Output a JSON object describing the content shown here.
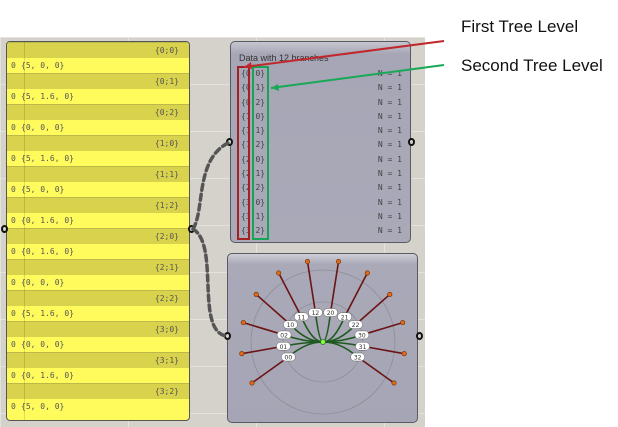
{
  "annotations": {
    "first_label": "First Tree Level",
    "second_label": "Second Tree Level",
    "first_color": "#c0282e",
    "second_color": "#18a957"
  },
  "panel": {
    "branches": [
      {
        "path": "{0;0}",
        "index": "0",
        "value": "{5, 0, 0}"
      },
      {
        "path": "{0;1}",
        "index": "0",
        "value": "{5, 1.6, 0}"
      },
      {
        "path": "{0;2}",
        "index": "0",
        "value": "{0, 0, 0}"
      },
      {
        "path": "{1;0}",
        "index": "0",
        "value": "{5, 1.6, 0}"
      },
      {
        "path": "{1;1}",
        "index": "0",
        "value": "{5, 0, 0}"
      },
      {
        "path": "{1;2}",
        "index": "0",
        "value": "{0, 1.6, 0}"
      },
      {
        "path": "{2;0}",
        "index": "0",
        "value": "{0, 1.6, 0}"
      },
      {
        "path": "{2;1}",
        "index": "0",
        "value": "{0, 0, 0}"
      },
      {
        "path": "{2;2}",
        "index": "0",
        "value": "{5, 1.6, 0}"
      },
      {
        "path": "{3;0}",
        "index": "0",
        "value": "{0, 0, 0}"
      },
      {
        "path": "{3;1}",
        "index": "0",
        "value": "{0, 1.6, 0}"
      },
      {
        "path": "{3;2}",
        "index": "0",
        "value": "{5, 0, 0}"
      }
    ]
  },
  "param_viewer": {
    "title": "Data with 12 branches",
    "rows": [
      {
        "path": "{0 0}",
        "count": "N = 1"
      },
      {
        "path": "{0 1}",
        "count": "N = 1"
      },
      {
        "path": "{0 2}",
        "count": "N = 1"
      },
      {
        "path": "{1 0}",
        "count": "N = 1"
      },
      {
        "path": "{1 1}",
        "count": "N = 1"
      },
      {
        "path": "{1 2}",
        "count": "N = 1"
      },
      {
        "path": "{2 0}",
        "count": "N = 1"
      },
      {
        "path": "{2 1}",
        "count": "N = 1"
      },
      {
        "path": "{2 2}",
        "count": "N = 1"
      },
      {
        "path": "{3 0}",
        "count": "N = 1"
      },
      {
        "path": "{3 1}",
        "count": "N = 1"
      },
      {
        "path": "{3 2}",
        "count": "N = 1"
      }
    ]
  },
  "tree_viewer": {
    "labels": [
      "00",
      "01",
      "02",
      "10",
      "11",
      "12",
      "20",
      "21",
      "22",
      "30",
      "31",
      "32"
    ],
    "leaf_color": "#e06a1a",
    "branch_color": "#6b1414",
    "root_color": "#1e5a1e"
  }
}
